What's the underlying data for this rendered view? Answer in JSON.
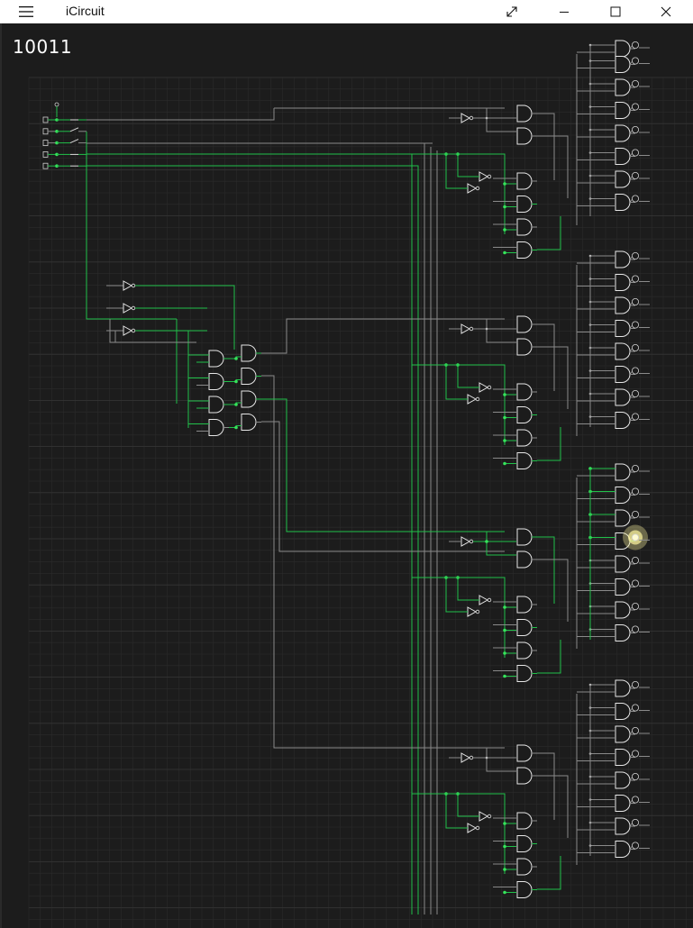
{
  "window": {
    "title": "iCircuit",
    "controls": [
      "menu-icon",
      "expand-icon",
      "minimize-icon",
      "maximize-icon",
      "close-icon"
    ]
  },
  "canvas": {
    "readout": "10011",
    "colors": {
      "background": "#1c1c1c",
      "grid": "#2b2b2b",
      "grid_major": "#353535",
      "wire_off": "#8a8a8a",
      "wire_on": "#21c04a",
      "node_on": "#36e35b",
      "led_glow": "#fff7a0"
    },
    "inputs": {
      "count": 5,
      "states": [
        1,
        0,
        0,
        1,
        1
      ]
    },
    "output_bank": {
      "groups": 4,
      "leds_per_group": 8,
      "lit": {
        "group": 2,
        "index": 3
      }
    }
  }
}
